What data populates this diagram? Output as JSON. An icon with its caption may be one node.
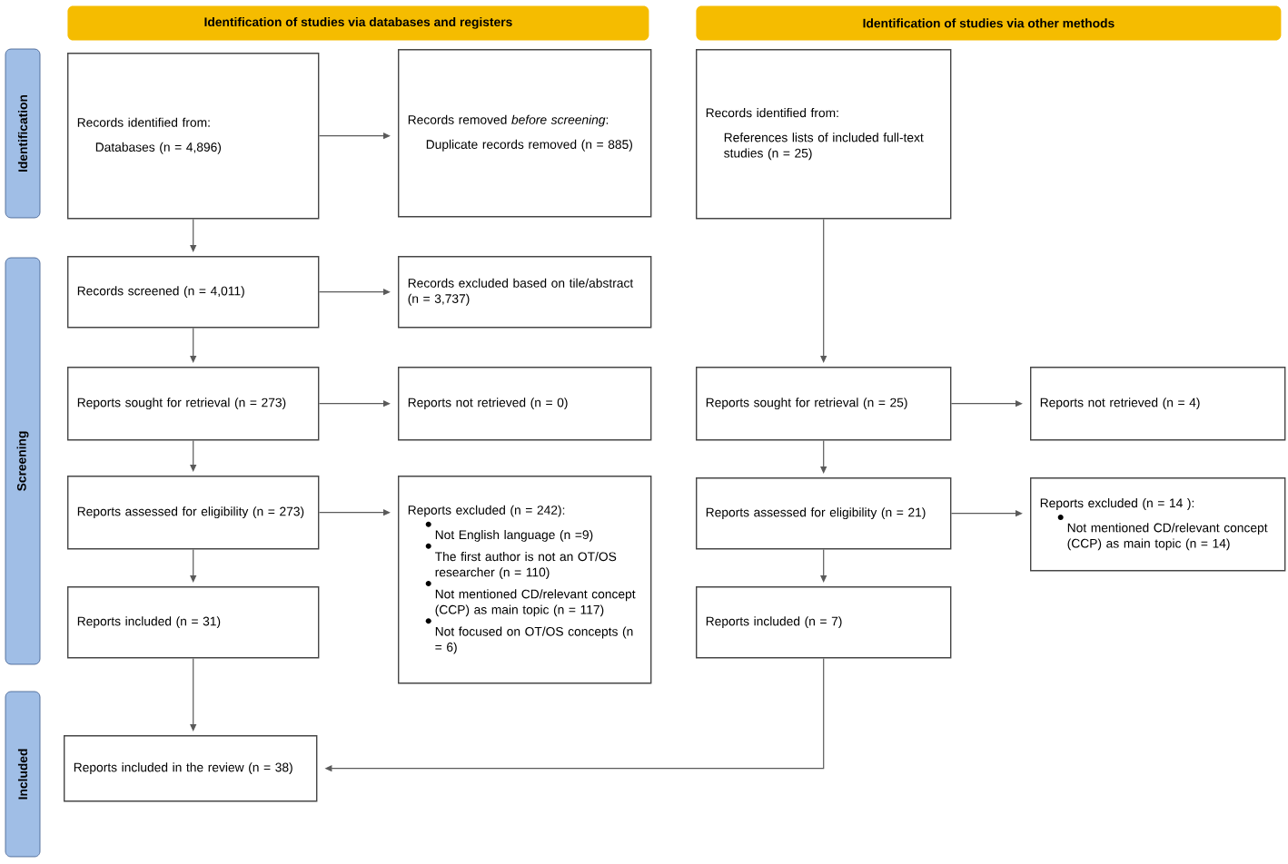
{
  "diagram": {
    "nodes": [
      {
        "text": [
          "Identification of studies via databases and registers"
        ]
      },
      {
        "text": [
          "Identification of studies via other methods"
        ]
      },
      {
        "text": [
          "Identification"
        ]
      },
      {
        "text": [
          "Screening"
        ]
      },
      {
        "text": [
          "Included"
        ]
      },
      {
        "text": [
          "Records identified from:",
          "Databases (n = 4,896)"
        ]
      },
      {
        "text": [
          "Records removed *before screening*:",
          "Duplicate records removed (n = 885)"
        ]
      },
      {
        "text": [
          "Records screened (n = 4,011)"
        ]
      },
      {
        "text": [
          "Records excluded based on tile/abstract (n = 3,737)"
        ]
      },
      {
        "text": [
          "Reports sought for retrieval (n = 273)"
        ]
      },
      {
        "text": [
          "Reports not retrieved (n = 0)"
        ]
      },
      {
        "text": [
          "Reports assessed for eligibility (n = 273)"
        ]
      },
      {
        "text": [
          "Reports excluded (n = 242):",
          "Not English language (n =9)",
          "The first author is not an OT/OS researcher (n = 110)",
          "Not mentioned CD/relevant concept (CCP) as main topic (n = 117)",
          "Not focused on OT/OS concepts (n = 6)"
        ]
      },
      {
        "text": [
          "Reports included (n = 31)"
        ]
      },
      {
        "text": [
          "Reports included in the review (n = 38)"
        ]
      },
      {
        "text": [
          "Records identified from:",
          "References lists of included full-text studies (n = 25)"
        ]
      },
      {
        "text": [
          "Reports sought for retrieval (n = 25)"
        ]
      },
      {
        "text": [
          "Reports not retrieved (n = 4)"
        ]
      },
      {
        "text": [
          "Reports assessed for eligibility (n = 21)"
        ]
      },
      {
        "text": [
          "Reports excluded (n = 14 ):",
          "Not mentioned CD/relevant concept (CCP) as main topic (n = 14)"
        ]
      },
      {
        "text": [
          "Reports included (n = 7)"
        ]
      }
    ],
    "edges": [
      {
        "from": 5,
        "to": 6,
        "arrow": "to"
      },
      {
        "from": 5,
        "to": 7,
        "arrow": "to"
      },
      {
        "from": 7,
        "to": 8,
        "arrow": "to"
      },
      {
        "from": 7,
        "to": 9,
        "arrow": "to"
      },
      {
        "from": 9,
        "to": 10,
        "arrow": "to"
      },
      {
        "from": 9,
        "to": 11,
        "arrow": "to"
      },
      {
        "from": 11,
        "to": 12,
        "arrow": "to"
      },
      {
        "from": 11,
        "to": 13,
        "arrow": "to"
      },
      {
        "from": 13,
        "to": 14,
        "arrow": "to"
      },
      {
        "from": 15,
        "to": 16,
        "arrow": "to"
      },
      {
        "from": 16,
        "to": 17,
        "arrow": "to"
      },
      {
        "from": 16,
        "to": 18,
        "arrow": "to"
      },
      {
        "from": 18,
        "to": 19,
        "arrow": "to"
      },
      {
        "from": 18,
        "to": 20,
        "arrow": "to"
      },
      {
        "from": 20,
        "to": 14,
        "arrow": "to"
      }
    ]
  }
}
